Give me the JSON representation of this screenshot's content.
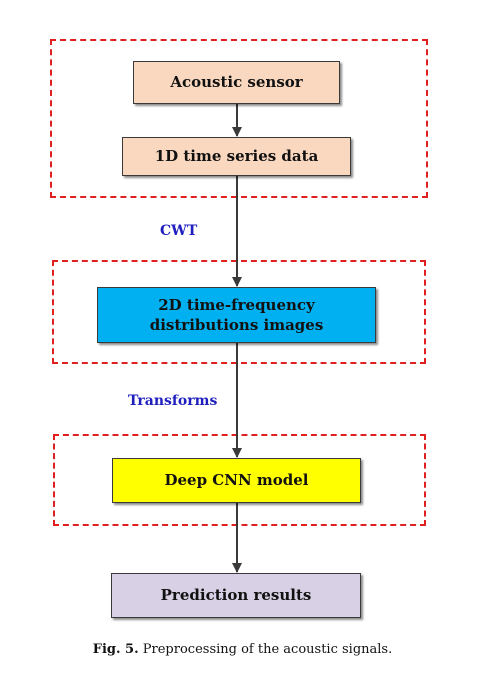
{
  "diagram": {
    "nodes": {
      "acoustic_sensor": {
        "label": "Acoustic sensor",
        "fill": "#fad8bf"
      },
      "time_series": {
        "label": "1D time series data",
        "fill": "#fad8bf"
      },
      "tf_images": {
        "label": "2D time-frequency\ndistributions images",
        "fill": "#00b0f0"
      },
      "cnn_model": {
        "label": "Deep CNN model",
        "fill": "#ffff00"
      },
      "prediction": {
        "label": "Prediction results",
        "fill": "#d8d0e4"
      }
    },
    "edges": {
      "cwt_label": "CWT",
      "transforms_label": "Transforms"
    },
    "colors": {
      "dashed_border": "#e02020",
      "edge_label": "#1f1fbf",
      "arrow": "#3a3a3a"
    }
  },
  "caption": {
    "figure_number": "Fig. 5.",
    "text": "Preprocessing of the acoustic signals."
  }
}
